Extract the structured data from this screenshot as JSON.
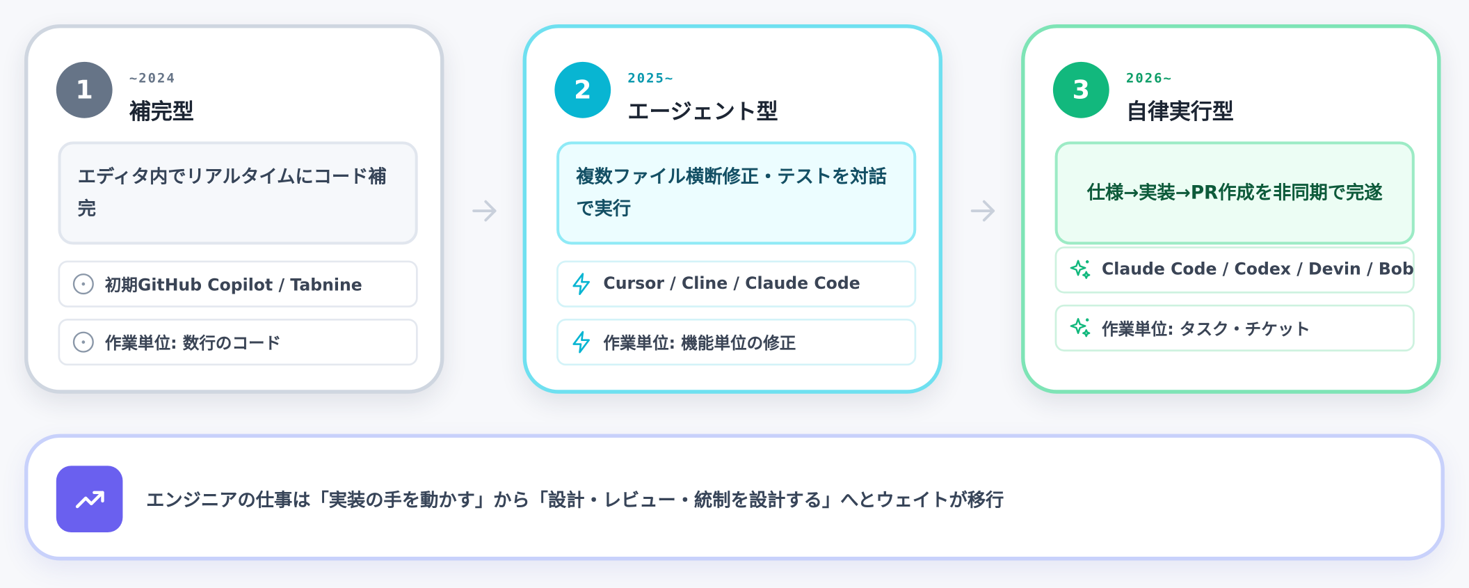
{
  "stages": [
    {
      "number": "1",
      "era": "~2024",
      "title": "補完型",
      "description": "エディタ内でリアルタイムにコード補完",
      "items": [
        {
          "icon": "circle-dot-icon",
          "label": "初期GitHub Copilot / Tabnine"
        },
        {
          "icon": "circle-dot-icon",
          "label": "作業単位: 数行のコード"
        }
      ]
    },
    {
      "number": "2",
      "era": "2025~",
      "title": "エージェント型",
      "description": "複数ファイル横断修正・テストを対話で実行",
      "items": [
        {
          "icon": "lightning-icon",
          "label": "Cursor / Cline / Claude Code"
        },
        {
          "icon": "lightning-icon",
          "label": "作業単位: 機能単位の修正"
        }
      ]
    },
    {
      "number": "3",
      "era": "2026~",
      "title": "自律実行型",
      "description": "仕様→実装→PR作成を非同期で完遂",
      "items": [
        {
          "icon": "sparkles-icon",
          "label": "Claude Code / Codex / Devin / Bob"
        },
        {
          "icon": "sparkles-icon",
          "label": "作業単位: タスク・チケット"
        }
      ]
    }
  ],
  "summary": {
    "icon": "trending-up-icon",
    "text": "エンジニアの仕事は「実装の手を動かす」から「設計・レビュー・統制を設計する」へとウェイトが移行"
  },
  "colors": {
    "stage1_accent": "#667487",
    "stage2_accent": "#08b5d2",
    "stage3_accent": "#12b87d",
    "summary_accent": "#6a60ef"
  }
}
